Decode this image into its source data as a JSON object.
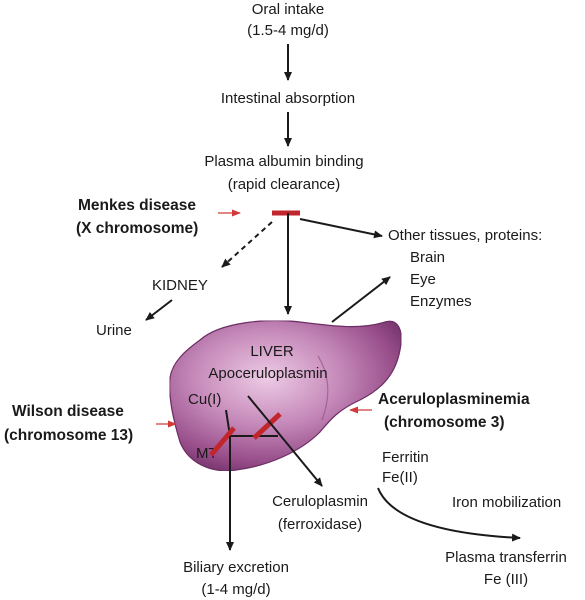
{
  "nodes": {
    "oral_intake": "Oral intake",
    "oral_intake_amount": "(1.5-4 mg/d)",
    "intestinal_absorption": "Intestinal absorption",
    "plasma_albumin": "Plasma albumin binding",
    "rapid_clearance": "(rapid clearance)",
    "menkes_disease": "Menkes disease",
    "menkes_chromosome": "(X chromosome)",
    "other_tissues": "Other tissues, proteins:",
    "brain": "Brain",
    "eye": "Eye",
    "enzymes": "Enzymes",
    "kidney": "KIDNEY",
    "urine": "Urine",
    "liver": "LIVER",
    "apoceruloplasmin": "Apoceruloplasmin",
    "cu1": "Cu(I)",
    "mt": "MT",
    "wilson_disease": "Wilson disease",
    "wilson_chromosome": "(chromosome 13)",
    "aceruloplasminemia": "Aceruloplasminemia",
    "acerulo_chromosome": "(chromosome 3)",
    "ceruloplasmin": "Ceruloplasmin",
    "ferroxidase": "(ferroxidase)",
    "ferritin": "Ferritin",
    "fe2": "Fe(II)",
    "iron_mobilization": "Iron mobilization",
    "plasma_transferrin": "Plasma transferrin",
    "fe3": "Fe (III)",
    "biliary_excretion": "Biliary excretion",
    "biliary_amount": "(1-4 mg/d)"
  },
  "colors": {
    "block": "#c0262c",
    "disease_arrow": "#d23a3a",
    "arrow": "#1a1a1a",
    "liver_light": "#efc6e6",
    "liver_mid": "#b0649f",
    "liver_dark": "#6e2e66"
  }
}
